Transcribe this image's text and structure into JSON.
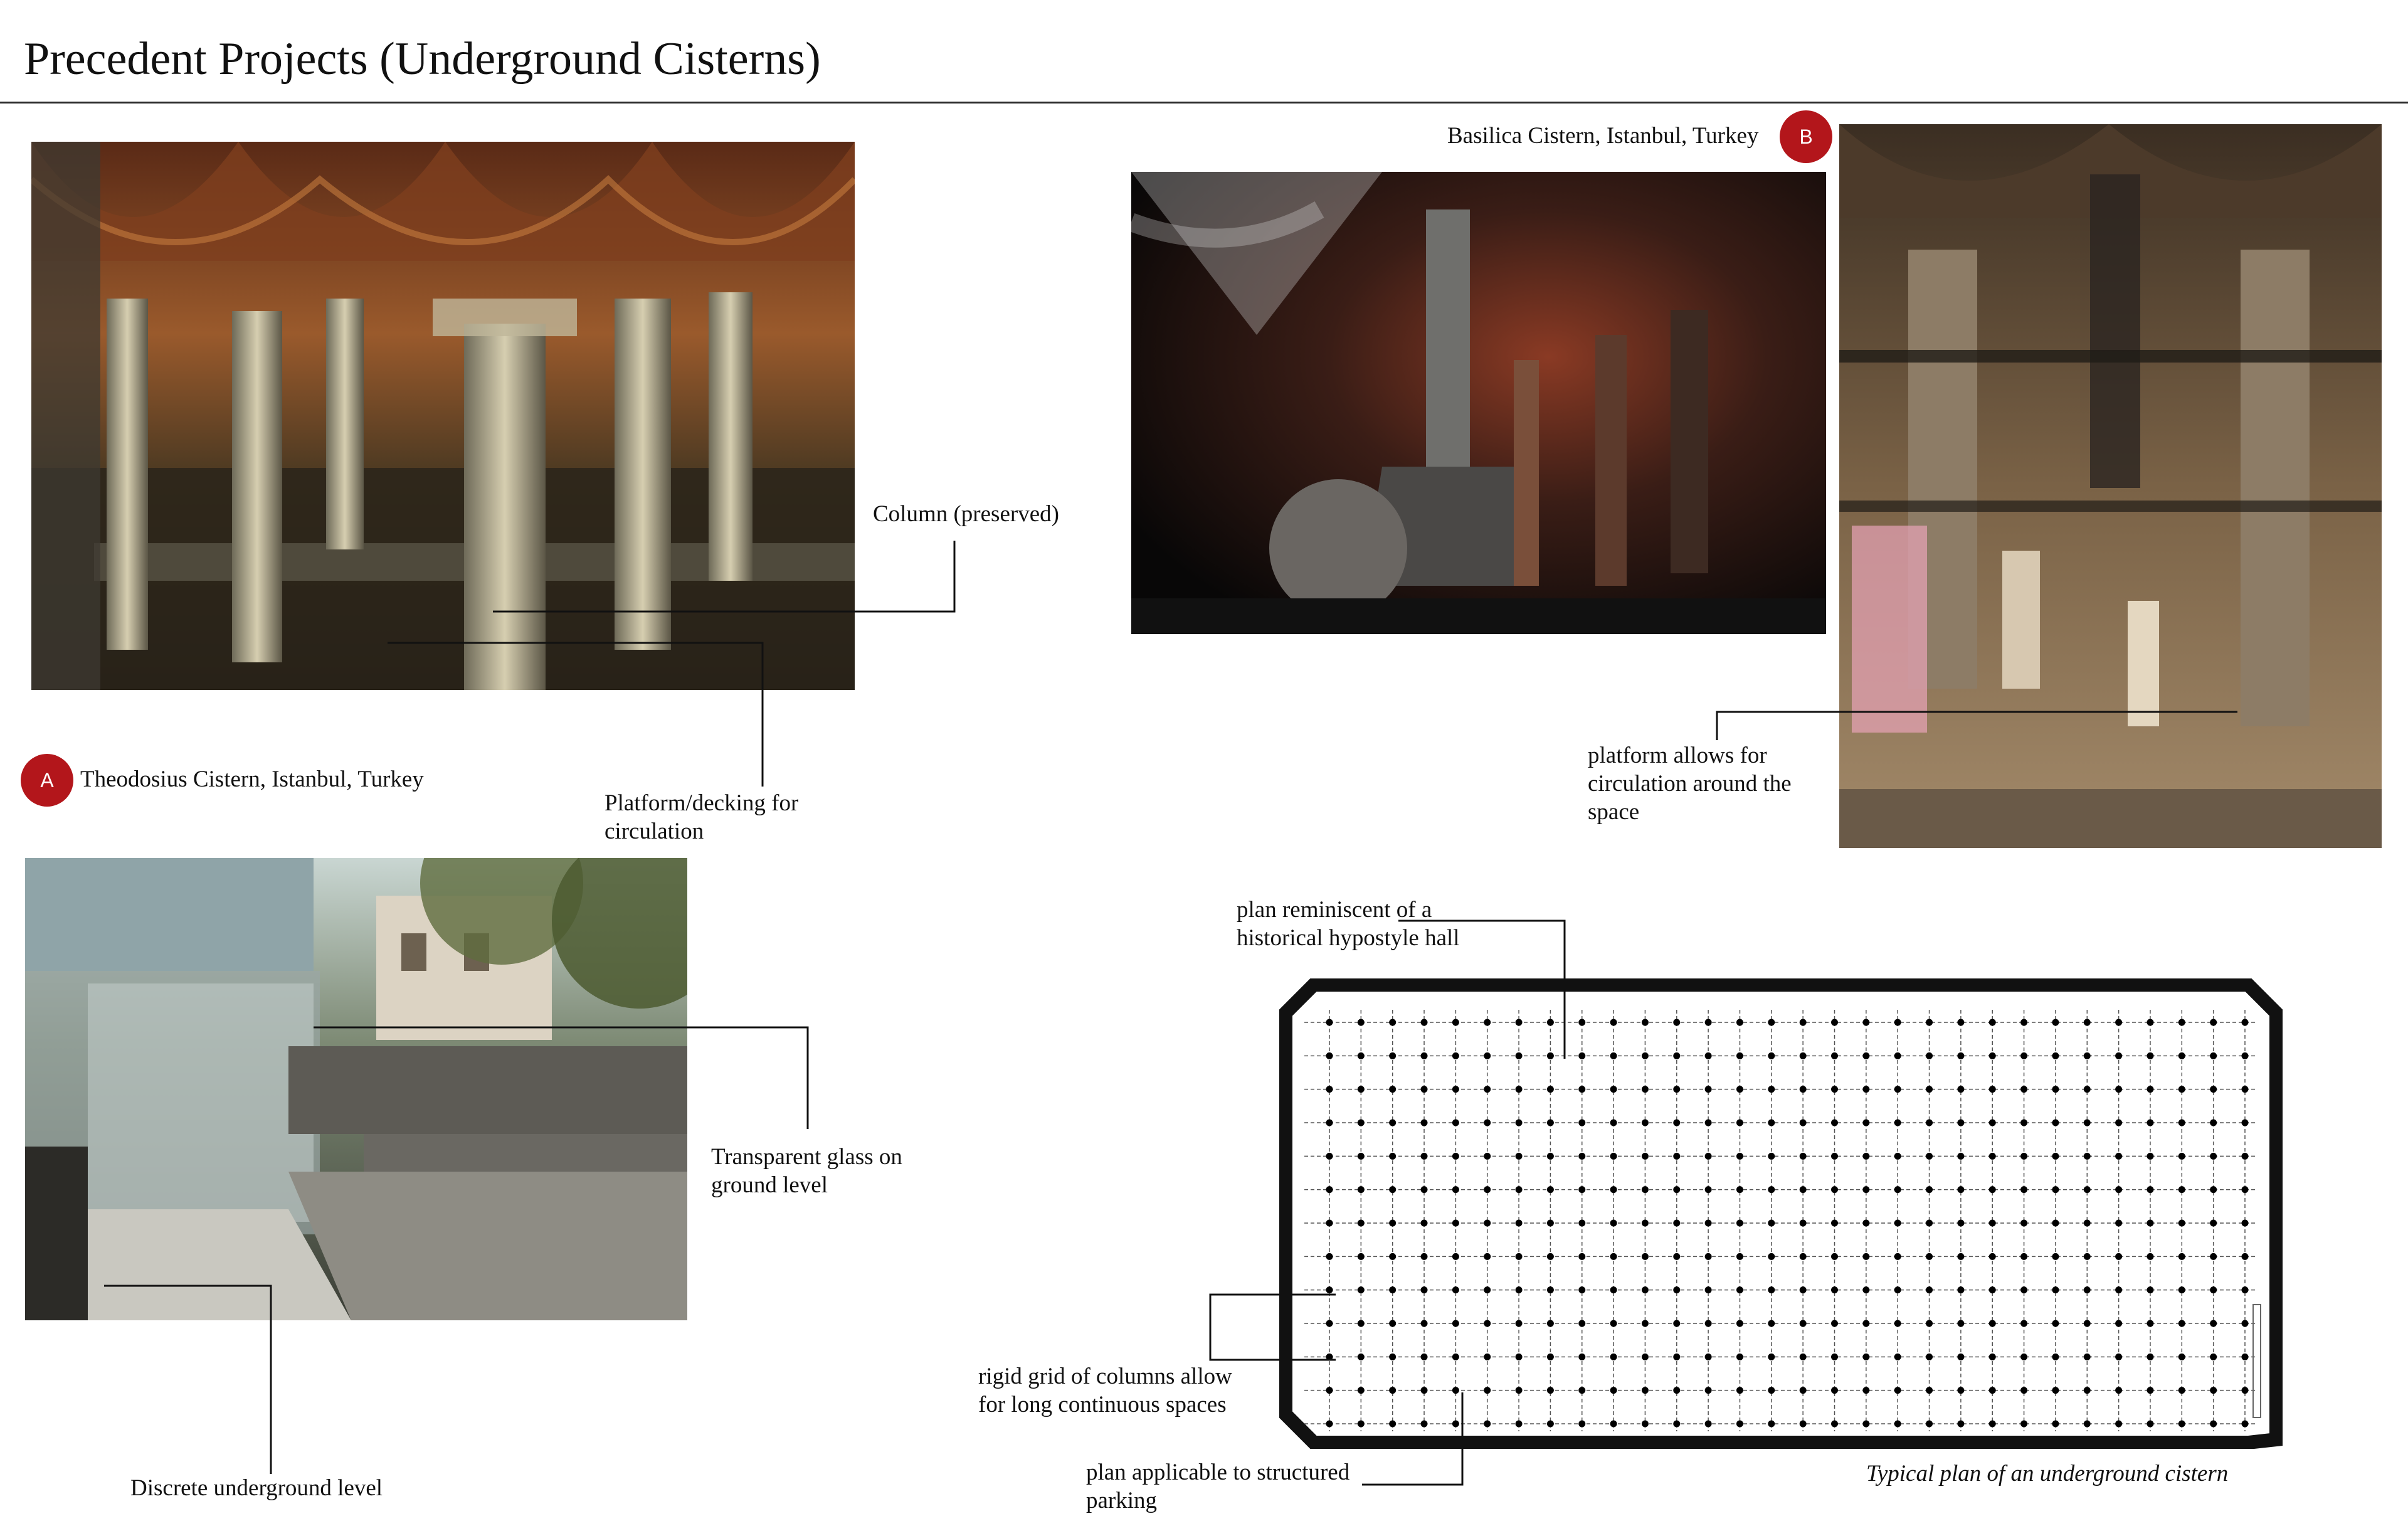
{
  "page": {
    "title": "Precedent Projects (Underground Cisterns)"
  },
  "project_a": {
    "badge": "A",
    "name": "Theodosius Cistern, Istanbul, Turkey",
    "annotations": {
      "column": "Column (preserved)",
      "platform_line1": "Platform/decking for",
      "platform_line2": "circulation",
      "glass_line1": "Transparent glass on",
      "glass_line2": "ground level",
      "underground": "Discrete underground level"
    }
  },
  "project_b": {
    "badge": "B",
    "name": "Basilica Cistern, Istanbul, Turkey",
    "annotations": {
      "platform_line1": "platform allows for",
      "platform_line2": "circulation around the",
      "platform_line3": "space"
    }
  },
  "plan": {
    "caption": "Typical plan of an underground cistern",
    "annotations": {
      "hypostyle_line1": "plan reminiscent of a",
      "hypostyle_line2": "historical hypostyle hall",
      "grid_line1": "rigid grid of columns allow",
      "grid_line2": "for long continuous spaces",
      "parking_line1": "plan applicable to structured",
      "parking_line2": "parking"
    },
    "grid": {
      "columns": 30,
      "rows": 13
    }
  },
  "colors": {
    "badge": "#b3161b",
    "rule": "#2a2a2a"
  }
}
